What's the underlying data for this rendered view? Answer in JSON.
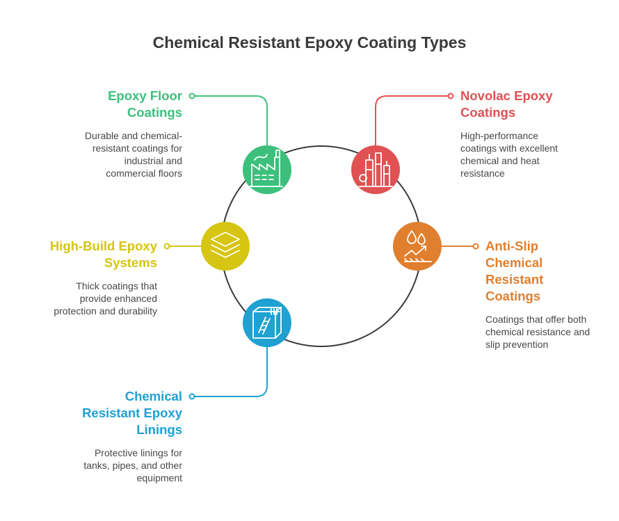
{
  "title": "Chemical Resistant Epoxy Coating Types",
  "items": [
    {
      "heading": [
        "Epoxy Floor",
        "Coatings"
      ],
      "description": [
        "Durable and chemical-",
        "resistant coatings for",
        "industrial and",
        "commercial floors"
      ],
      "color": "#3cc07c",
      "icon": "factory-icon"
    },
    {
      "heading": [
        "Novolac Epoxy",
        "Coatings"
      ],
      "description": [
        "High-performance",
        "coatings with excellent",
        "chemical and heat",
        "resistance"
      ],
      "color": "#df5152",
      "icon": "refinery-icon"
    },
    {
      "heading": [
        "High-Build Epoxy",
        "Systems"
      ],
      "description": [
        "Thick coatings that",
        "provide enhanced",
        "protection and durability"
      ],
      "color": "#d6c512",
      "icon": "layers-icon"
    },
    {
      "heading": [
        "Anti-Slip",
        "Chemical",
        "Resistant",
        "Coatings"
      ],
      "description": [
        "Coatings that offer both",
        "chemical resistance and",
        "slip prevention"
      ],
      "color": "#e07f2e",
      "icon": "drops-slip-icon"
    },
    {
      "heading": [
        "Chemical",
        "Resistant Epoxy",
        "Linings"
      ],
      "description": [
        "Protective linings for",
        "tanks, pipes, and other",
        "equipment"
      ],
      "color": "#1fa1d2",
      "icon": "tank-lining-icon"
    }
  ]
}
